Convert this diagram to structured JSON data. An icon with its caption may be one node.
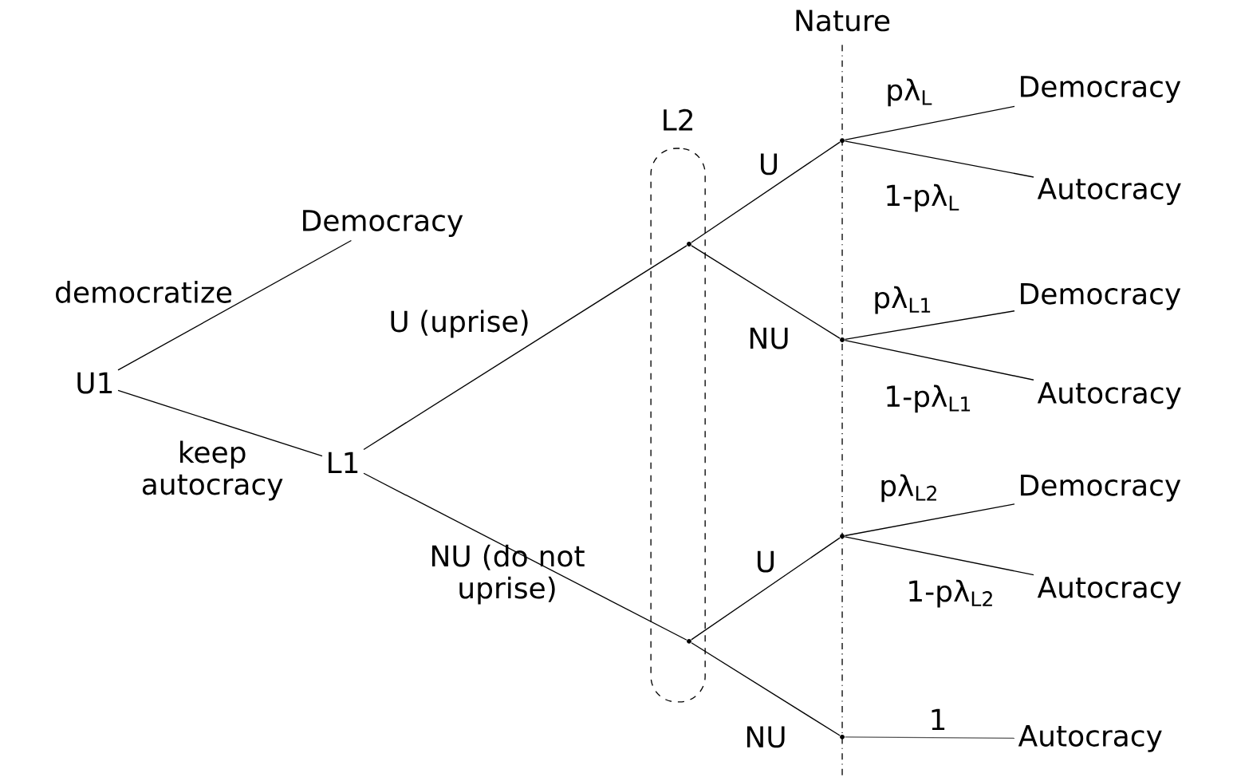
{
  "diagram": {
    "nodes": [
      {
        "text": [
          "U1"
        ]
      },
      {
        "text": [
          "Democracy"
        ]
      },
      {
        "text": [
          "L1"
        ]
      },
      {
        "text": [
          "L2"
        ]
      },
      {
        "text": [],
        "shape": "point",
        "in": 3
      },
      {
        "text": [],
        "shape": "point",
        "in": 3
      },
      {
        "text": [],
        "shape": "point"
      },
      {
        "text": [],
        "shape": "point"
      },
      {
        "text": [],
        "shape": "point"
      },
      {
        "text": [],
        "shape": "point"
      },
      {
        "text": [
          "Democracy"
        ]
      },
      {
        "text": [
          "Autocracy"
        ]
      },
      {
        "text": [
          "Democracy"
        ]
      },
      {
        "text": [
          "Autocracy"
        ]
      },
      {
        "text": [
          "Democracy"
        ]
      },
      {
        "text": [
          "Autocracy"
        ]
      },
      {
        "text": [
          "Autocracy"
        ]
      }
    ],
    "edges": [
      {
        "from": 0,
        "to": 1,
        "arrow": "none",
        "label": "democratize"
      },
      {
        "from": 0,
        "to": 2,
        "arrow": "none",
        "label": "keep autocracy"
      },
      {
        "from": 2,
        "to": 4,
        "arrow": "none",
        "label": "U (uprise)"
      },
      {
        "from": 2,
        "to": 5,
        "arrow": "none",
        "label": "NU (do not uprise)"
      },
      {
        "from": 4,
        "to": 6,
        "arrow": "none",
        "label": "U"
      },
      {
        "from": 4,
        "to": 7,
        "arrow": "none",
        "label": "NU"
      },
      {
        "from": 5,
        "to": 8,
        "arrow": "none",
        "label": "U"
      },
      {
        "from": 5,
        "to": 9,
        "arrow": "none",
        "label": "NU"
      },
      {
        "from": 6,
        "to": 10,
        "arrow": "none",
        "label": "pλ$_{L}$"
      },
      {
        "from": 6,
        "to": 11,
        "arrow": "none",
        "label": "1-pλ$_{L}$"
      },
      {
        "from": 7,
        "to": 12,
        "arrow": "none",
        "label": "pλ$_{L1}$"
      },
      {
        "from": 7,
        "to": 13,
        "arrow": "none",
        "label": "1-pλ$_{L1}$"
      },
      {
        "from": 8,
        "to": 14,
        "arrow": "none",
        "label": "pλ$_{L2}$"
      },
      {
        "from": 8,
        "to": 15,
        "arrow": "none",
        "label": "1-pλ$_{L2}$"
      },
      {
        "from": 9,
        "to": 16,
        "arrow": "none",
        "label": "1",
        "color": "#555555"
      }
    ],
    "labels": [
      "Nature"
    ]
  }
}
